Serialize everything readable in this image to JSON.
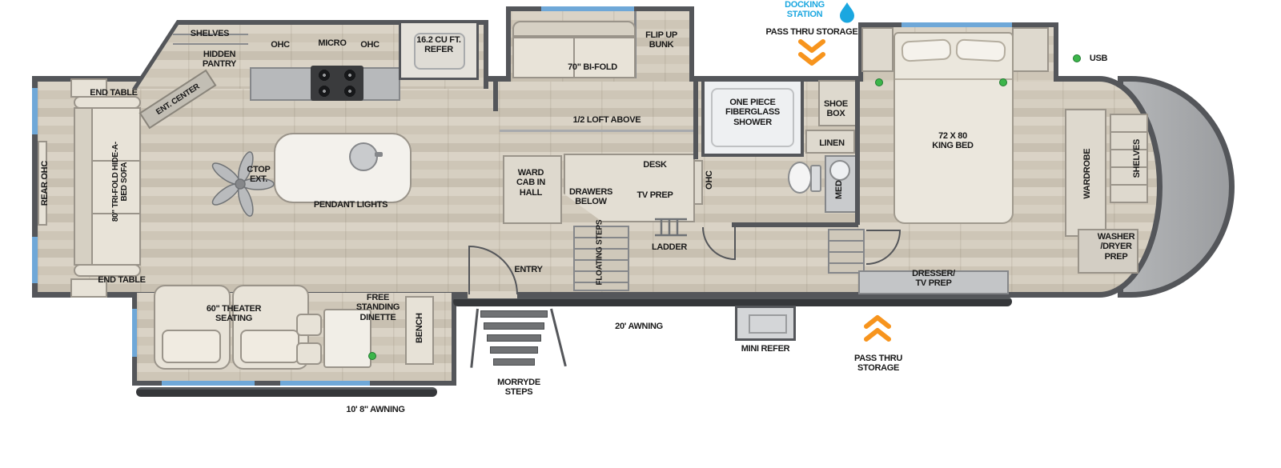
{
  "colors": {
    "wall_gray": "#54565a",
    "floor_light": "#dad3c6",
    "floor_dark": "#c8c0b1",
    "window_blue": "#6fa8d8",
    "accent_blue": "#1ba7e0",
    "accent_orange": "#f7941d",
    "accent_green": "#3cb54a",
    "furniture_beige": "#e7e2d7",
    "counter_gray": "#b7b9bb"
  },
  "exterior_top": {
    "docking_station": "DOCKING STATION",
    "pass_thru": "PASS THRU STORAGE",
    "usb": "USB"
  },
  "kitchen": {
    "shelves": "SHELVES",
    "hidden_pantry": "HIDDEN PANTRY",
    "ohc_left": "OHC",
    "micro": "MICRO",
    "ohc_right": "OHC",
    "refer": "16.2 CU FT. REFER",
    "ent_center": "ENT. CENTER",
    "ctop_ext": "CTOP EXT.",
    "pendant_lights": "PENDANT LIGHTS"
  },
  "living": {
    "end_table_top": "END TABLE",
    "end_table_bottom": "END TABLE",
    "rear_ohc": "REAR OHC",
    "sofa": "80\" TRI-FOLD HIDE-A-BED SOFA"
  },
  "bunk_room": {
    "flip_up_bunk": "FLIP UP BUNK",
    "bifold": "70\" BI-FOLD",
    "loft": "1/2 LOFT ABOVE",
    "ward_cab": "WARD CAB IN HALL",
    "drawers_below": "DRAWERS BELOW",
    "desk": "DESK",
    "tv_prep": "TV PREP",
    "ladder": "LADDER"
  },
  "hall": {
    "floating_steps": "FLOATING STEPS",
    "entry": "ENTRY"
  },
  "bath": {
    "shower": "ONE PIECE FIBERGLASS SHOWER",
    "ohc": "OHC",
    "linen": "LINEN",
    "med": "MED",
    "shoe_box": "SHOE BOX"
  },
  "bedroom": {
    "king_bed": "72 X 80 KING BED",
    "wardrobe": "WARDROBE",
    "shelves": "SHELVES",
    "washer_dryer": "WASHER /DRYER PREP",
    "dresser": "DRESSER/ TV PREP"
  },
  "bottom_slide": {
    "theater": "60\" THEATER SEATING",
    "dinette": "FREE STANDING DINETTE",
    "bench": "BENCH"
  },
  "exterior_bottom": {
    "morryde": "MORRYDE STEPS",
    "awning_20": "20' AWNING",
    "mini_refer": "MINI REFER",
    "pass_thru": "PASS THRU STORAGE",
    "awning_10": "10' 8\" AWNING"
  }
}
